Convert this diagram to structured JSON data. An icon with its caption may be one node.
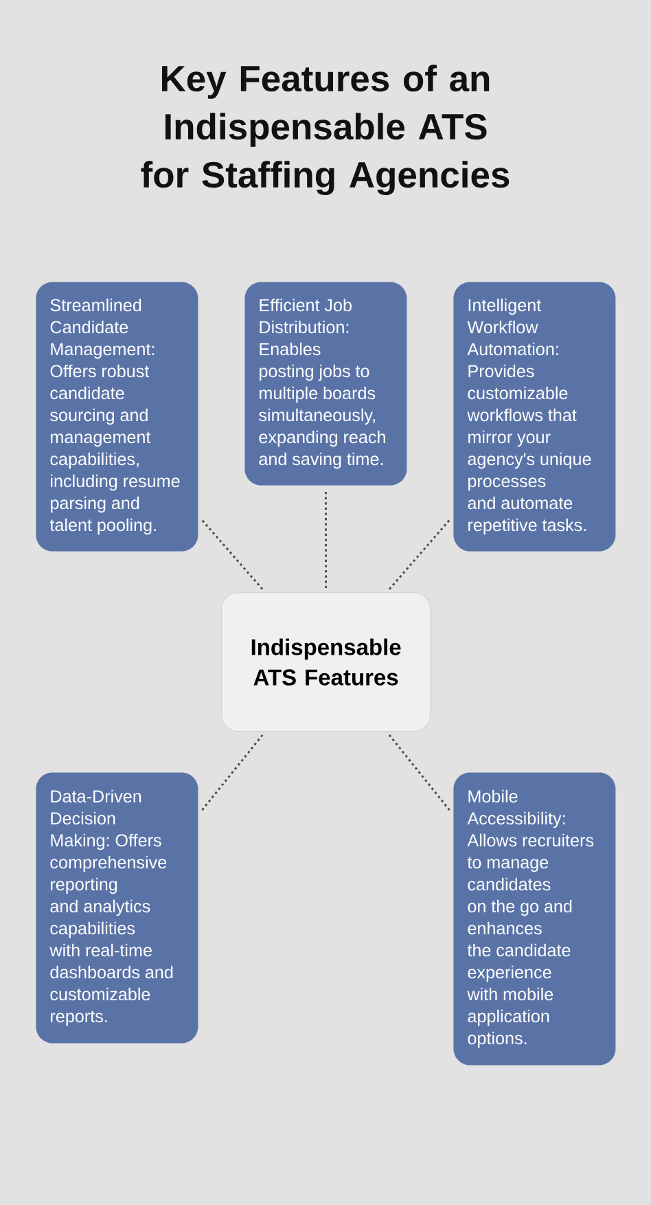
{
  "diagram": {
    "title": "Key Features of an Indispensable ATS for Staffing Agencies",
    "nodes": [
      {
        "text": [
          "Streamlined Candidate Management: Offers robust candidate sourcing and management capabilities, including resume parsing and talent pooling."
        ]
      },
      {
        "text": [
          "Efficient Job Distribution: Enables posting jobs to multiple boards simultaneously, expanding reach and saving time."
        ]
      },
      {
        "text": [
          "Intelligent Workflow Automation: Provides customizable workflows that mirror your agency's unique processes and automate repetitive tasks."
        ]
      },
      {
        "text": [
          "Indispensable ATS Features"
        ]
      },
      {
        "text": [
          "Data-Driven Decision Making: Offers comprehensive reporting and analytics capabilities with real-time dashboards and customizable reports."
        ]
      },
      {
        "text": [
          "Mobile Accessibility: Allows recruiters to manage candidates on the go and enhances the candidate experience with mobile application options."
        ]
      }
    ],
    "edges": [
      {
        "from": 3,
        "to": 0,
        "arrow": "none",
        "style": "dashed"
      },
      {
        "from": 3,
        "to": 1,
        "arrow": "none",
        "style": "dashed"
      },
      {
        "from": 3,
        "to": 2,
        "arrow": "none",
        "style": "dashed"
      },
      {
        "from": 3,
        "to": 4,
        "arrow": "none",
        "style": "dashed"
      },
      {
        "from": 3,
        "to": 5,
        "arrow": "none",
        "style": "dashed"
      }
    ]
  }
}
